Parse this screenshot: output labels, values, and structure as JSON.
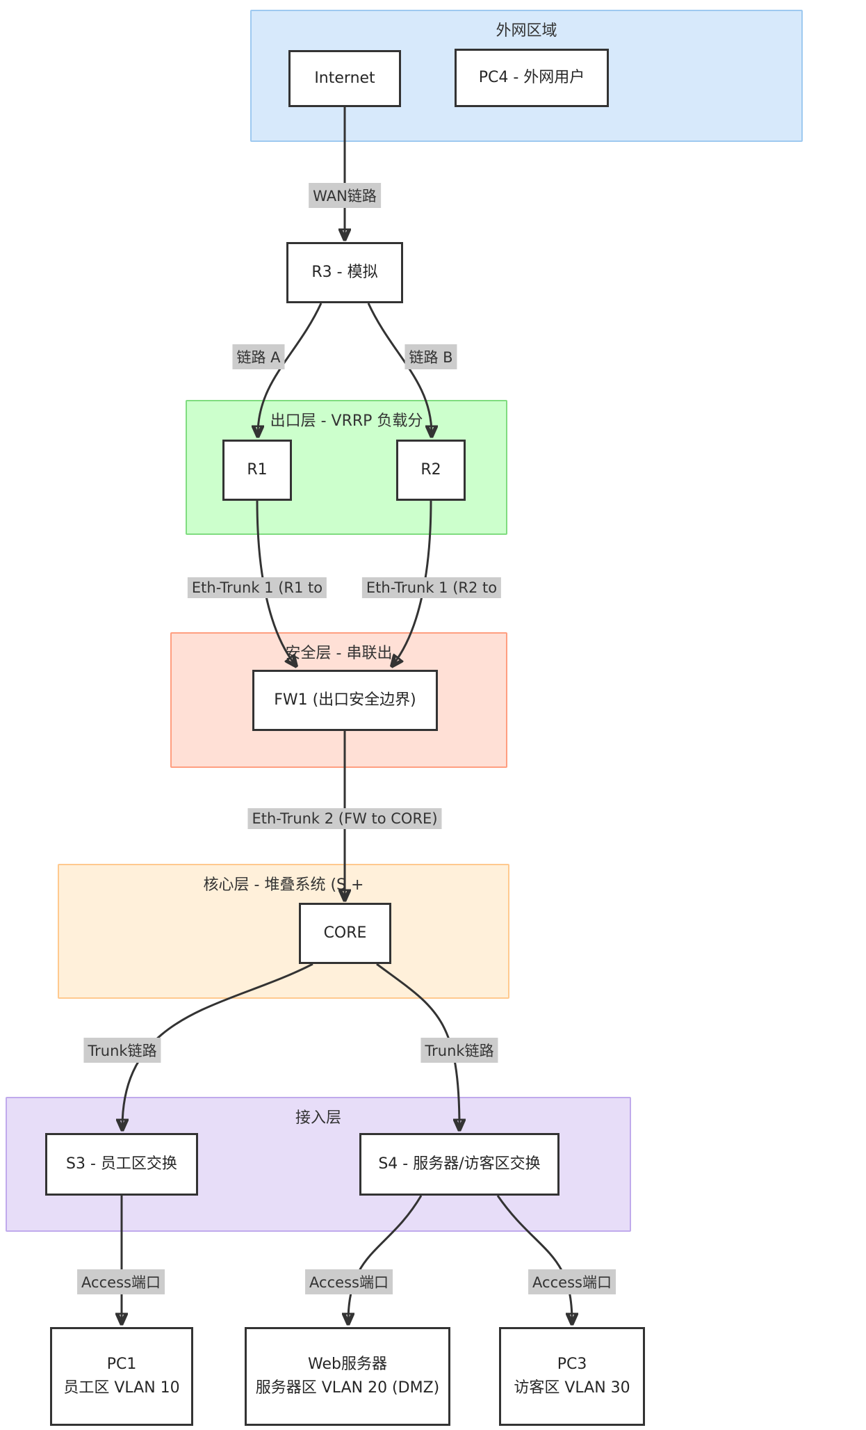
{
  "zones": {
    "external": {
      "title": "外网区域"
    },
    "exit": {
      "title": "出口层 - VRRP 负载分"
    },
    "security": {
      "title": "安全层 - 串联出"
    },
    "core": {
      "title": "核心层 - 堆叠系统 (S +"
    },
    "access": {
      "title": "接入层"
    }
  },
  "nodes": {
    "internet": {
      "label": "Internet"
    },
    "pc4": {
      "label": "PC4 - 外网用户"
    },
    "r3": {
      "label": "R3 - 模拟"
    },
    "r1": {
      "label": "R1"
    },
    "r2": {
      "label": "R2"
    },
    "fw1": {
      "label": "FW1 (出口安全边界)"
    },
    "core": {
      "label": "CORE"
    },
    "s3": {
      "label": "S3 - 员工区交换"
    },
    "s4": {
      "label": "S4 - 服务器/访客区交换"
    },
    "pc1": {
      "line1": "PC1",
      "line2": "员工区 VLAN 10"
    },
    "web_server": {
      "line1": "Web服务器",
      "line2": "服务器区 VLAN 20 (DMZ)"
    },
    "pc3": {
      "line1": "PC3",
      "line2": "访客区 VLAN 30"
    }
  },
  "edge_labels": {
    "wan": "WAN链路",
    "link_a": "链路 A",
    "link_b": "链路 B",
    "eth_trunk_1_r1": "Eth-Trunk 1 (R1 to",
    "eth_trunk_1_r2": "Eth-Trunk 1 (R2 to",
    "eth_trunk_2": "Eth-Trunk 2 (FW to CORE)",
    "trunk_left": "Trunk链路",
    "trunk_right": "Trunk链路",
    "access_left": "Access端口",
    "access_mid": "Access端口",
    "access_right": "Access端口"
  },
  "colors": {
    "edge": "#333333",
    "node_border": "#333333",
    "node_fill": "#ffffff",
    "edge_label_bg": "#cccccc",
    "zone_external_fill": "#d7e9fb",
    "zone_external_border": "#9ec9f0",
    "zone_exit_fill": "#ccffcc",
    "zone_exit_border": "#7fdc7f",
    "zone_security_fill": "#ffe0d6",
    "zone_security_border": "#ff9e80",
    "zone_core_fill": "#fff0da",
    "zone_core_border": "#ffc98e",
    "zone_access_fill": "#e7ddf8",
    "zone_access_border": "#c0aaec"
  }
}
